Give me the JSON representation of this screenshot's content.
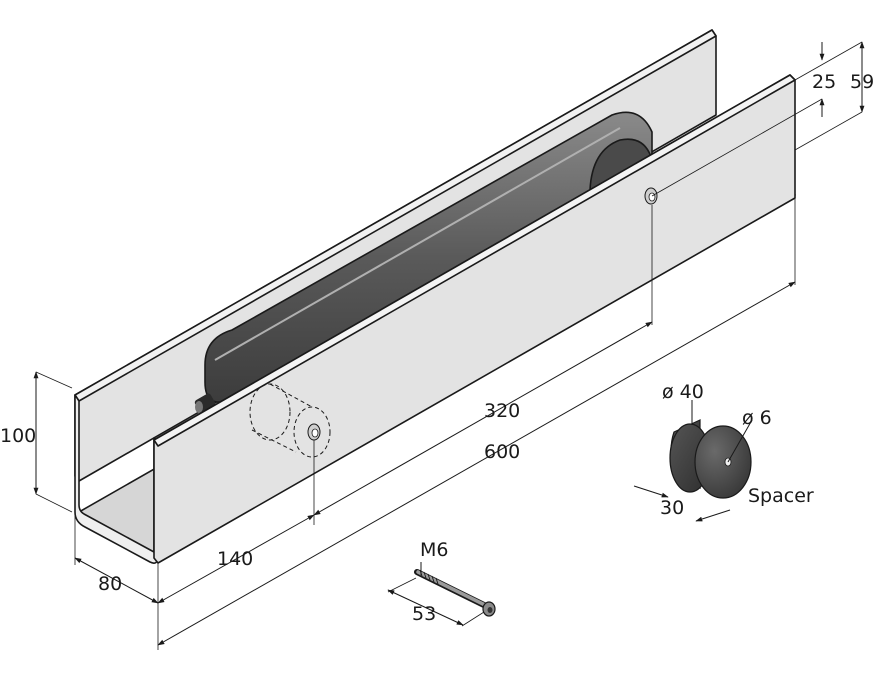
{
  "drawing": {
    "dimensions": {
      "length_total": "600",
      "hole_spacing": "320",
      "hole_offset": "140",
      "width": "80",
      "height": "100",
      "hole_depth_small": "25",
      "hole_depth_large": "59"
    },
    "spacer": {
      "outer_diameter": "ø 40",
      "inner_diameter": "ø 6",
      "thickness": "30",
      "label": "Spacer"
    },
    "screw": {
      "thread": "M6",
      "length": "53"
    },
    "colors": {
      "sheet_metal": "#e3e3e3",
      "sheet_metal_inner": "#d6d6d6",
      "sensor_body": "#5a5a5a",
      "spacer": "#4a4a4a",
      "line": "#1a1a1a"
    }
  }
}
